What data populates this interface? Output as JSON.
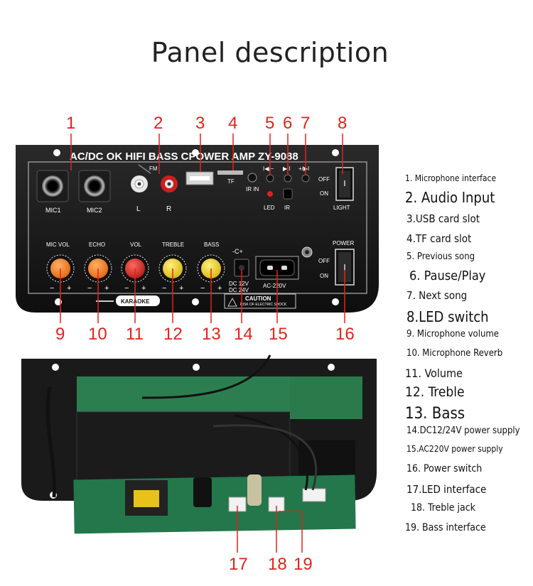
{
  "title": "Panel description",
  "panel_text": {
    "header": "AC/DC  OK HIFI BASS  CPOWER AMP ZY-9088",
    "fm": "FM",
    "tf": "TF",
    "ir_in": "IR IN",
    "prev": "I◀/−",
    "play": "▶II",
    "next": "+/▶I",
    "led": "LED",
    "ir": "IR",
    "off": "OFF",
    "on": "ON",
    "light": "LIGHT",
    "power": "POWER",
    "mic1": "MIC1",
    "mic2": "MIC2",
    "l": "L",
    "r": "R",
    "mic_vol": "MIC VOL",
    "echo": "ECHO",
    "vol": "VOL",
    "treble": "TREBLE",
    "bass": "BASS",
    "dc": "DC 12V\nDC 24V",
    "ac": "AC-220V",
    "karaoke": "KARAOKE",
    "caution": "CAUTION",
    "caution_small": "RISK OF ELECTRIC SHOCK\nDO NOT OPEN",
    "minus": "−",
    "plus": "+"
  },
  "callouts": [
    "1",
    "2",
    "3",
    "4",
    "5",
    "6",
    "7",
    "8",
    "9",
    "10",
    "11",
    "12",
    "13",
    "14",
    "15",
    "16",
    "17",
    "18",
    "19"
  ],
  "legend": [
    "1. Microphone interface",
    "2. Audio Input",
    "3.USB card slot",
    "4.TF card slot",
    "5. Previous song",
    "6. Pause/Play",
    "7. Next song",
    "8.LED switch",
    "9. Microphone volume",
    "10. Microphone Reverb",
    "11. Volume",
    "12. Treble",
    "13. Bass",
    "14.DC12/24V power supply",
    "15.AC220V power supply",
    "16. Power switch",
    "17.LED interface",
    "18. Treble jack",
    "19. Bass interface"
  ],
  "colors": {
    "accent": "#e0241b",
    "panel": "#151515",
    "knob_orange": "#f07a1a",
    "knob_red": "#d3241e",
    "knob_yellow": "#f2d21e",
    "pcb": "#1f7a4a"
  }
}
